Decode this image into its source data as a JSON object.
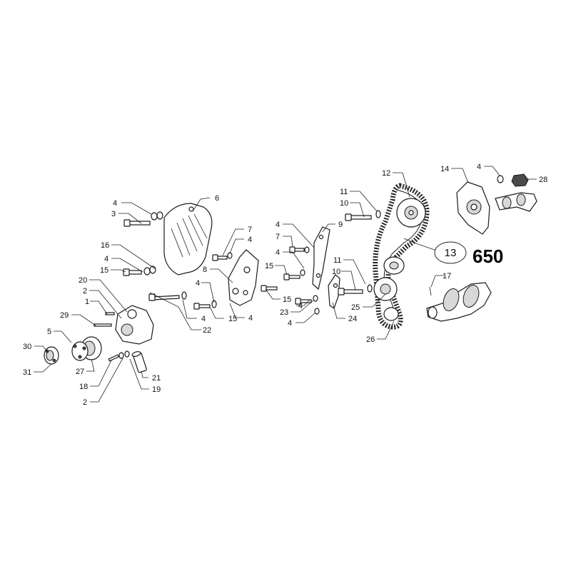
{
  "diagram": {
    "reference_badge": "13",
    "diagram_code": "650",
    "callouts": {
      "c6": "6",
      "c4a": "4",
      "c3": "3",
      "c16": "16",
      "c4b": "4",
      "c15a": "15",
      "c20": "20",
      "c2a": "2",
      "c1": "1",
      "c29": "29",
      "c5": "5",
      "c30": "30",
      "c31": "31",
      "c27": "27",
      "c18": "18",
      "c2b": "2",
      "c19": "19",
      "c21": "21",
      "c22": "22",
      "c4c": "4",
      "c4d": "4",
      "c15b": "15",
      "c7a": "7",
      "c4e": "4",
      "c8": "8",
      "c4f": "4",
      "c7b": "7",
      "c4g": "4",
      "c15c": "15",
      "c9": "9",
      "c15d": "15",
      "c4h": "4",
      "c23": "23",
      "c4i": "4",
      "c11a": "11",
      "c10a": "10",
      "c11b": "11",
      "c10b": "10",
      "c24": "24",
      "c25": "25",
      "c12": "12",
      "c26": "26",
      "c14": "14",
      "c4j": "4",
      "c28": "28",
      "c17": "17"
    }
  }
}
